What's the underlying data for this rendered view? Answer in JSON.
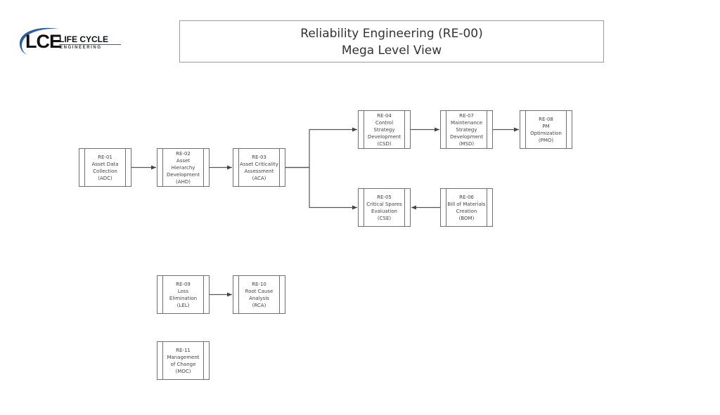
{
  "logo": {
    "mark": "LCE",
    "name": "LIFE CYCLE",
    "tagline": "ENGINEERING",
    "accent_color": "#2b5ea7"
  },
  "title": {
    "line1": "Reliability Engineering (RE-00)",
    "line2": "Mega Level View"
  },
  "nodes": [
    {
      "id": "RE-01",
      "lines": [
        "RE-01",
        "Asset Data",
        "Collection",
        "(ADC)"
      ]
    },
    {
      "id": "RE-02",
      "lines": [
        "RE-02",
        "Asset Hierarchy",
        "Development",
        "(AHD)"
      ]
    },
    {
      "id": "RE-03",
      "lines": [
        "RE-03",
        "Asset Criticality",
        "Assessment",
        "(ACA)"
      ]
    },
    {
      "id": "RE-04",
      "lines": [
        "RE-04",
        "Control",
        "Strategy",
        "Development",
        "(CSD)"
      ]
    },
    {
      "id": "RE-05",
      "lines": [
        "RE-05",
        "Critical Spares",
        "Evaluation",
        "(CSE)"
      ]
    },
    {
      "id": "RE-06",
      "lines": [
        "RE-06",
        "Bill of Materials",
        "Creation",
        "(BOM)"
      ]
    },
    {
      "id": "RE-07",
      "lines": [
        "RE-07",
        "Maintenance",
        "Strategy",
        "Development",
        "(MSD)"
      ]
    },
    {
      "id": "RE-08",
      "lines": [
        "RE-08",
        "PM",
        "Optimization",
        "(PMO)"
      ]
    },
    {
      "id": "RE-09",
      "lines": [
        "RE-09",
        "Loss",
        "Elimination",
        "(LEL)"
      ]
    },
    {
      "id": "RE-10",
      "lines": [
        "RE-10",
        "Root Cause",
        "Analysis",
        "(RCA)"
      ]
    },
    {
      "id": "RE-11",
      "lines": [
        "RE-11",
        "Management",
        "of Change",
        "(MOC)"
      ]
    }
  ],
  "edges": [
    {
      "from": "RE-01",
      "to": "RE-02"
    },
    {
      "from": "RE-02",
      "to": "RE-03"
    },
    {
      "from": "RE-03",
      "to": "RE-04"
    },
    {
      "from": "RE-03",
      "to": "RE-05"
    },
    {
      "from": "RE-04",
      "to": "RE-07"
    },
    {
      "from": "RE-07",
      "to": "RE-08"
    },
    {
      "from": "RE-06",
      "to": "RE-05"
    },
    {
      "from": "RE-09",
      "to": "RE-10"
    }
  ]
}
